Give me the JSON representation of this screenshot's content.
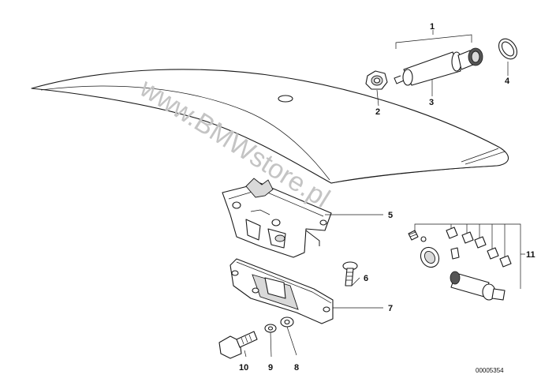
{
  "callouts": [
    "1",
    "2",
    "3",
    "4",
    "5",
    "6",
    "7",
    "8",
    "9",
    "10",
    "11"
  ],
  "drawing_number": "00005354",
  "watermark": "www.BMWstore.pl"
}
